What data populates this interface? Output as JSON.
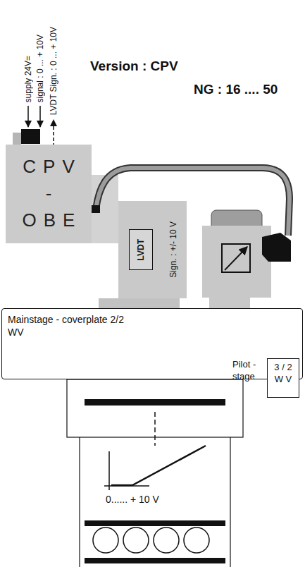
{
  "diagram": {
    "title": "Version : CPV",
    "nodes": [
      {
        "text": [
          "CPV - OBE"
        ]
      },
      {
        "text": [
          "Sign. : +/- 10 V"
        ]
      },
      {
        "text": [
          "LVDT"
        ],
        "in": 1
      },
      {
        "text": [
          "Mainstage - coverplate 2/2 WV"
        ]
      },
      {
        "text": [
          "Pilot - stage",
          "3 / 2 W V"
        ],
        "in": 3
      }
    ],
    "labels": [
      "supply 24V=",
      "signal : 0 ... + 10V",
      "LVDT Sign. : 0 ... + 10V",
      "NG : 16 .... 50",
      "0...... + 10 V"
    ]
  }
}
